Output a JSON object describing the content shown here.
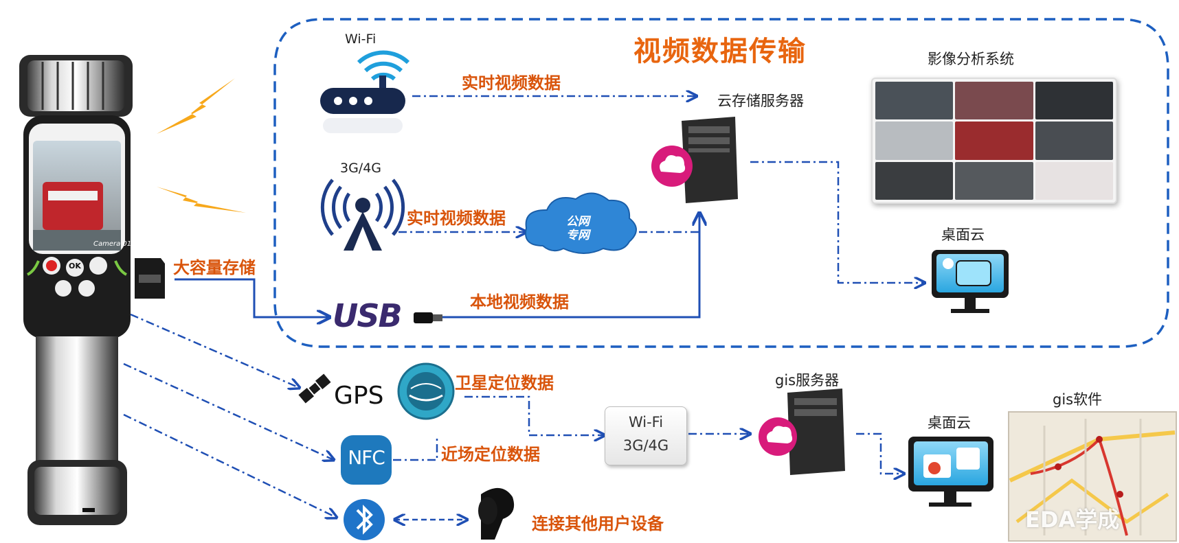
{
  "diagram": {
    "title": "视频数据传输",
    "labels": {
      "wifi_top": "Wi-Fi",
      "g34_left": "3G/4G",
      "realtime_wifi": "实时视频数据",
      "realtime_3g": "实时视频数据",
      "local_data": "本地视频数据",
      "mass_storage": "大容量存储",
      "cloud_server": "云存储服务器",
      "image_analysis": "影像分析系统",
      "desktop_cloud_top": "桌面云",
      "public_net_1": "公网",
      "public_net_2": "专网",
      "usb": "USB",
      "gps": "GPS",
      "satellite_data": "卫星定位数据",
      "nfc": "NFC",
      "near_field_data": "近场定位数据",
      "connect_devices": "连接其他用户设备",
      "wifi_box_1": "Wi-Fi",
      "wifi_box_2": "3G/4G",
      "gis_server": "gis服务器",
      "desktop_cloud_bottom": "桌面云",
      "gis_software": "gis软件",
      "camera_text": "Camera 01",
      "ok_key": "OK",
      "watermark": "EDA学成"
    },
    "colors": {
      "accent_orange": "#e8650f",
      "link_blue": "#1f4fb4",
      "dash_blue": "#1d5fc0",
      "cloud_blue": "#2f86d6",
      "magenta": "#d81b7b",
      "lightning": "#f7a81b"
    }
  }
}
